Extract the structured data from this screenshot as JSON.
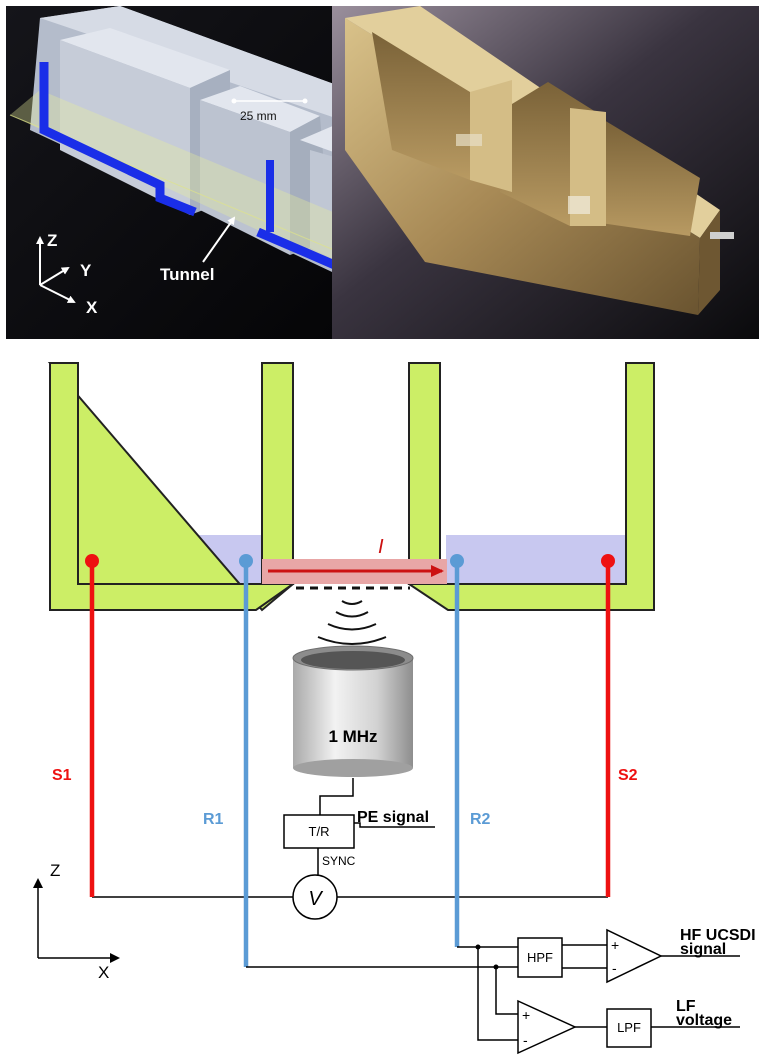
{
  "photos": {
    "dimension_label": "25 mm",
    "tunnel_label": "Tunnel",
    "axes": {
      "z": "Z",
      "y": "Y",
      "x": "X"
    }
  },
  "diagram": {
    "current_label": "I",
    "transducer_label": "1 MHz",
    "tr_box_label": "T/R",
    "pe_signal_label": "PE signal",
    "sync_label": "SYNC",
    "voltmeter_label": "V",
    "electrodes": {
      "s1": "S1",
      "s2": "S2",
      "r1": "R1",
      "r2": "R2"
    },
    "axes": {
      "z": "Z",
      "x": "X"
    },
    "hpf_label": "HPF",
    "lpf_label": "LPF",
    "plus_sign": "+",
    "minus_sign": "-",
    "hf_output_label_line1": "HF UCSDI",
    "hf_output_label_line2": "signal",
    "lf_output_label_line1": "LF",
    "lf_output_label_line2": "voltage",
    "colors": {
      "chamber_wall": "#ccee66",
      "saline": "#c8c8f0",
      "source_wire": "#ee1111",
      "recording_wire": "#5b9bd5",
      "current_band": "#e8a6a6",
      "current_arrow": "#cc1111"
    }
  }
}
